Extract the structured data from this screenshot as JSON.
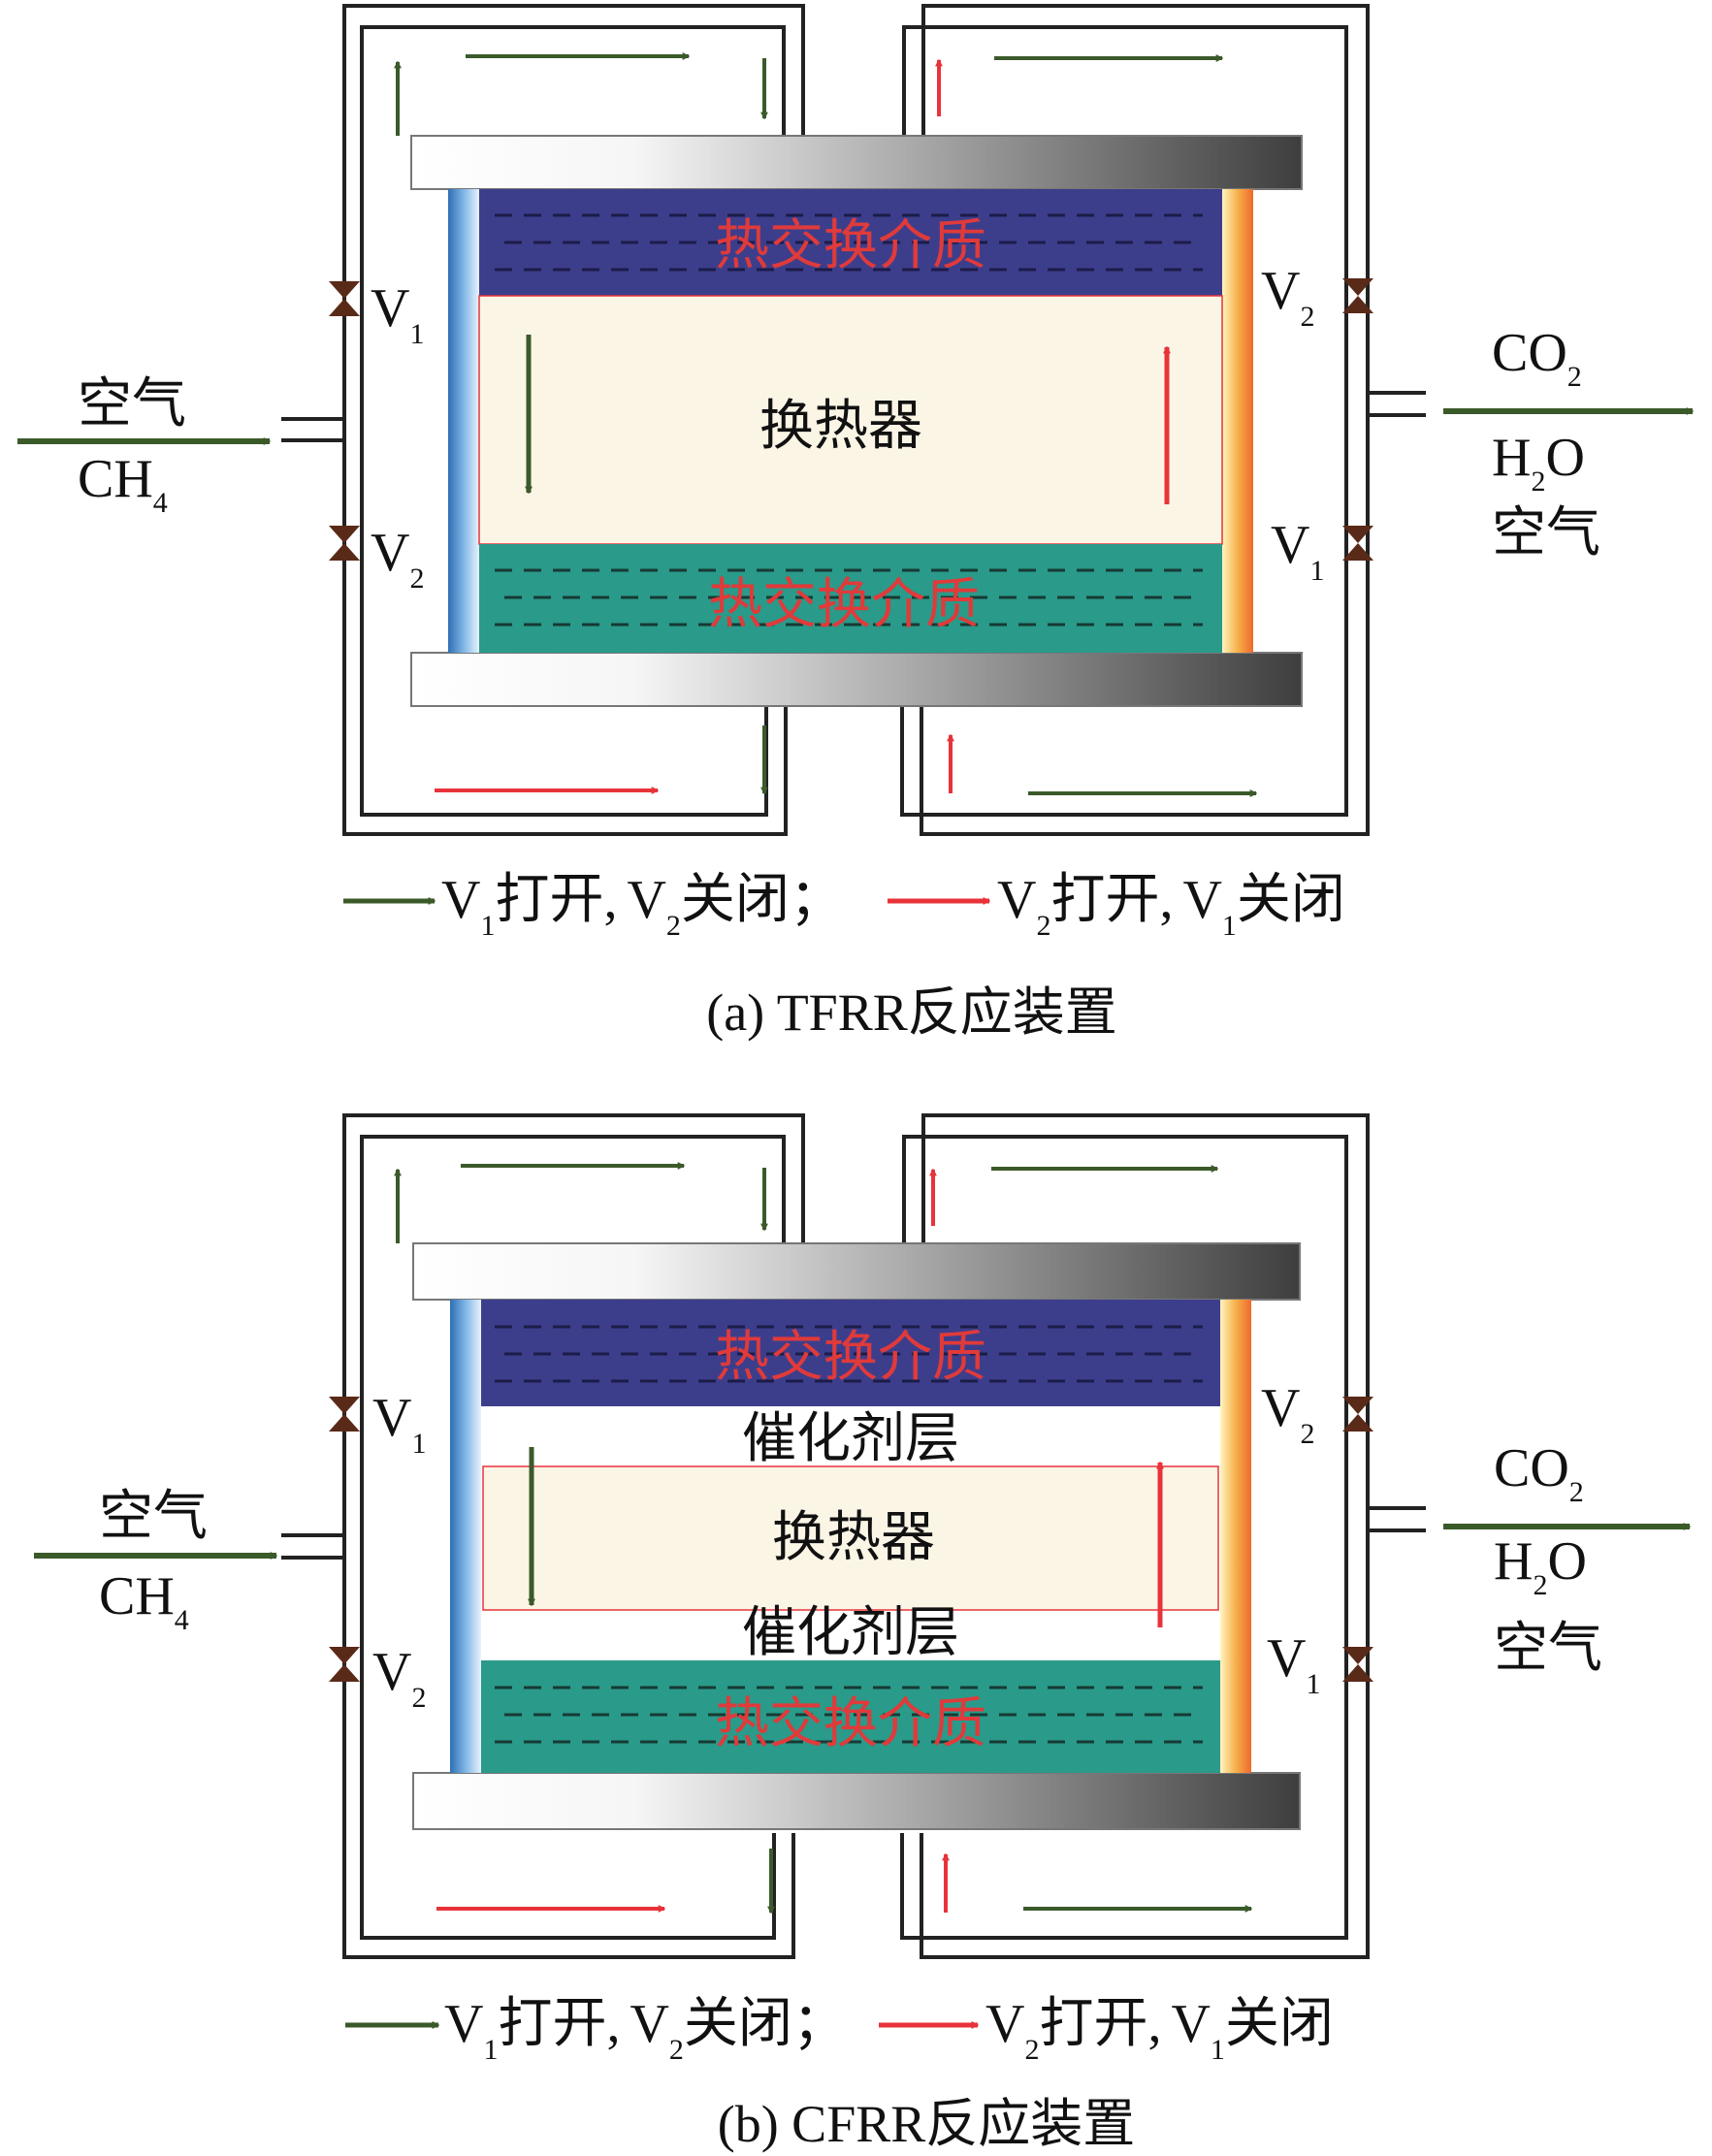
{
  "colors": {
    "green_arrow": "#3b5a2a",
    "red_arrow": "#e8333a",
    "top_medium": "#3c3e8c",
    "bottom_medium": "#2a9a8a",
    "heat_exchanger": "#fbf5e6",
    "left_wall": "#4f8fcf",
    "right_wall": "#f2a23c",
    "valve": "#5a2a18"
  },
  "icons": {
    "valve": "valve-icon",
    "arrow": "arrow-icon"
  },
  "labels": {
    "V": "V",
    "one": "1",
    "two": "2",
    "inlet_air": "空气",
    "inlet_ch": "CH",
    "inlet_4": "4",
    "out_co": "CO",
    "out_co_2": "2",
    "out_h": "H",
    "out_h_2": "2",
    "out_o": "O",
    "out_air": "空气",
    "medium": "热交换介质",
    "exchanger": "换热器",
    "catalyst": "催化剂层",
    "legend_open": "打开,",
    "legend_close": "关闭；",
    "legend_close_b": "关闭"
  },
  "panels": [
    {
      "caption": "(a) TFRR反应装置"
    },
    {
      "caption": "(b) CFRR反应装置"
    }
  ]
}
